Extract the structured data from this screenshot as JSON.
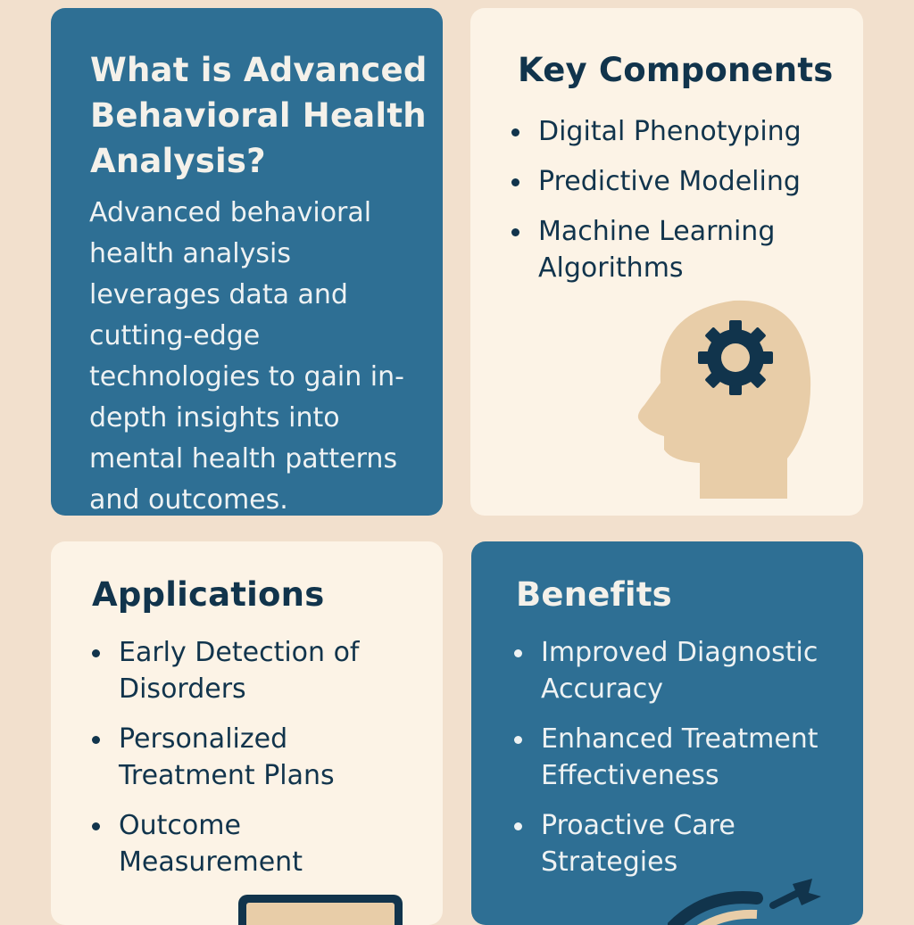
{
  "intro": {
    "title": "What is Advanced Behavioral Health Analysis?",
    "body": "Advanced behavioral health analysis leverages data and cutting-edge technologies to gain in-depth insights into mental health patterns and outcomes."
  },
  "components": {
    "title": "Key Components",
    "items": [
      {
        "label": "Digital Phenotyping"
      },
      {
        "label": "Predictive Modeling"
      },
      {
        "label": "Machine Learning Algorithms"
      }
    ],
    "icon": "head-gear-icon"
  },
  "applications": {
    "title": "Applications",
    "items": [
      {
        "label": "Early Detection of Disorders"
      },
      {
        "label": "Personalized Treatment Plans"
      },
      {
        "label": "Outcome Measurement"
      }
    ],
    "icon": "device-icon"
  },
  "benefits": {
    "title": "Benefits",
    "items": [
      {
        "label": "Improved Diagnostic Accuracy"
      },
      {
        "label": "Enhanced Treatment Effectiveness"
      },
      {
        "label": "Proactive Care Strategies"
      }
    ],
    "icon": "target-arrow-icon"
  },
  "colors": {
    "background": "#f2e0cd",
    "blue_card": "#2e6f94",
    "cream_card": "#fcf3e6",
    "navy_text": "#11344c",
    "head_tan": "#e8cda8"
  }
}
